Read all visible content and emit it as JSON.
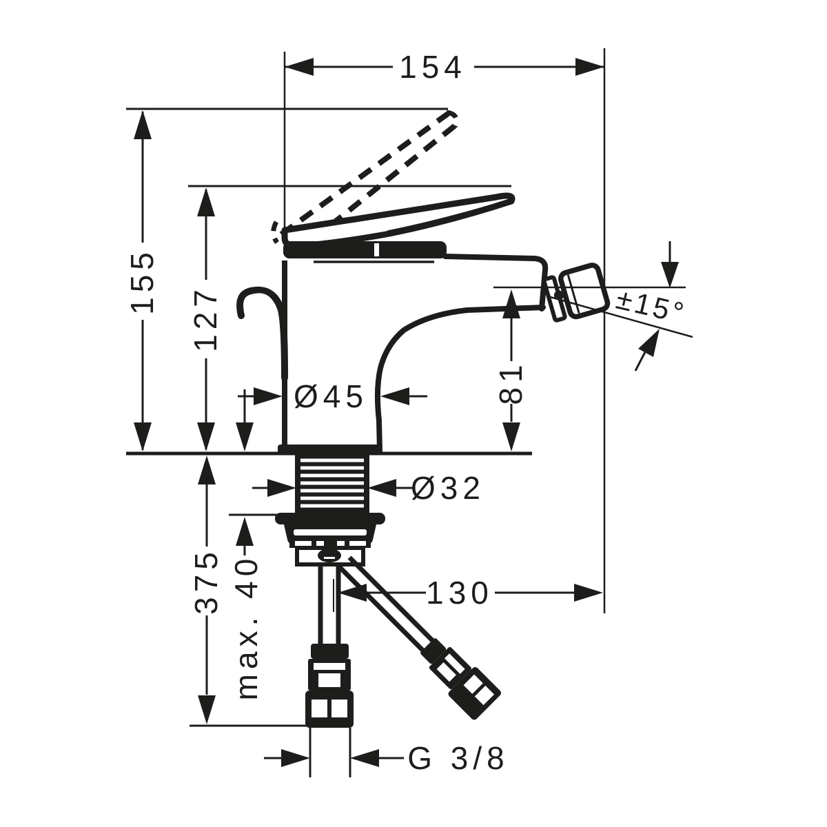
{
  "dimensions": {
    "overall_depth": "154",
    "overall_height": "155",
    "height_to_spout_top": "127",
    "spray_angle": "±15°",
    "spout_height": "81",
    "body_diameter": "Ø45",
    "shank_diameter": "Ø32",
    "hose_length_below_deck": "375",
    "max_mounting_thickness": "max. 40",
    "spout_reach": "130",
    "connection_thread": "G 3/8"
  },
  "colors": {
    "line": "#1d1d1b",
    "background": "#ffffff"
  }
}
